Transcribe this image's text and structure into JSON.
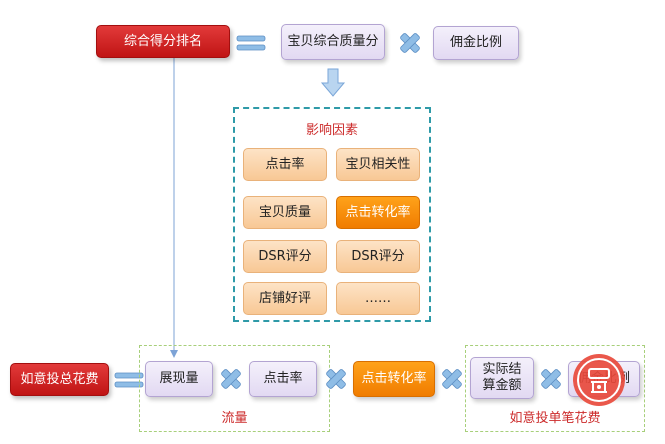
{
  "top": {
    "composite_rank": "综合得分排名",
    "item_quality": "宝贝综合质量分",
    "commission_rate": "佣金比例"
  },
  "factors": {
    "title": "影响因素",
    "items": [
      "点击率",
      "宝贝相关性",
      "宝贝质量",
      "点击转化率",
      "DSR评分",
      "DSR评分",
      "店铺好评",
      "……"
    ]
  },
  "bottom": {
    "total_spend": "如意投总花费",
    "impressions": "展现量",
    "ctr": "点击率",
    "conversion": "点击转化率",
    "settle_amount": "实际结算金额",
    "commission_rate": "佣金比例",
    "traffic_label": "流量",
    "per_order_label": "如意投单笔花费"
  },
  "colors": {
    "red": "#d42121",
    "lavender": "#ebe4f6",
    "peach": "#fbd5ad",
    "orange": "#f98e0a",
    "teal_dash": "#2e9aa8",
    "green_dash": "#a7cf7a",
    "operator_blue": "#8fbde6"
  }
}
